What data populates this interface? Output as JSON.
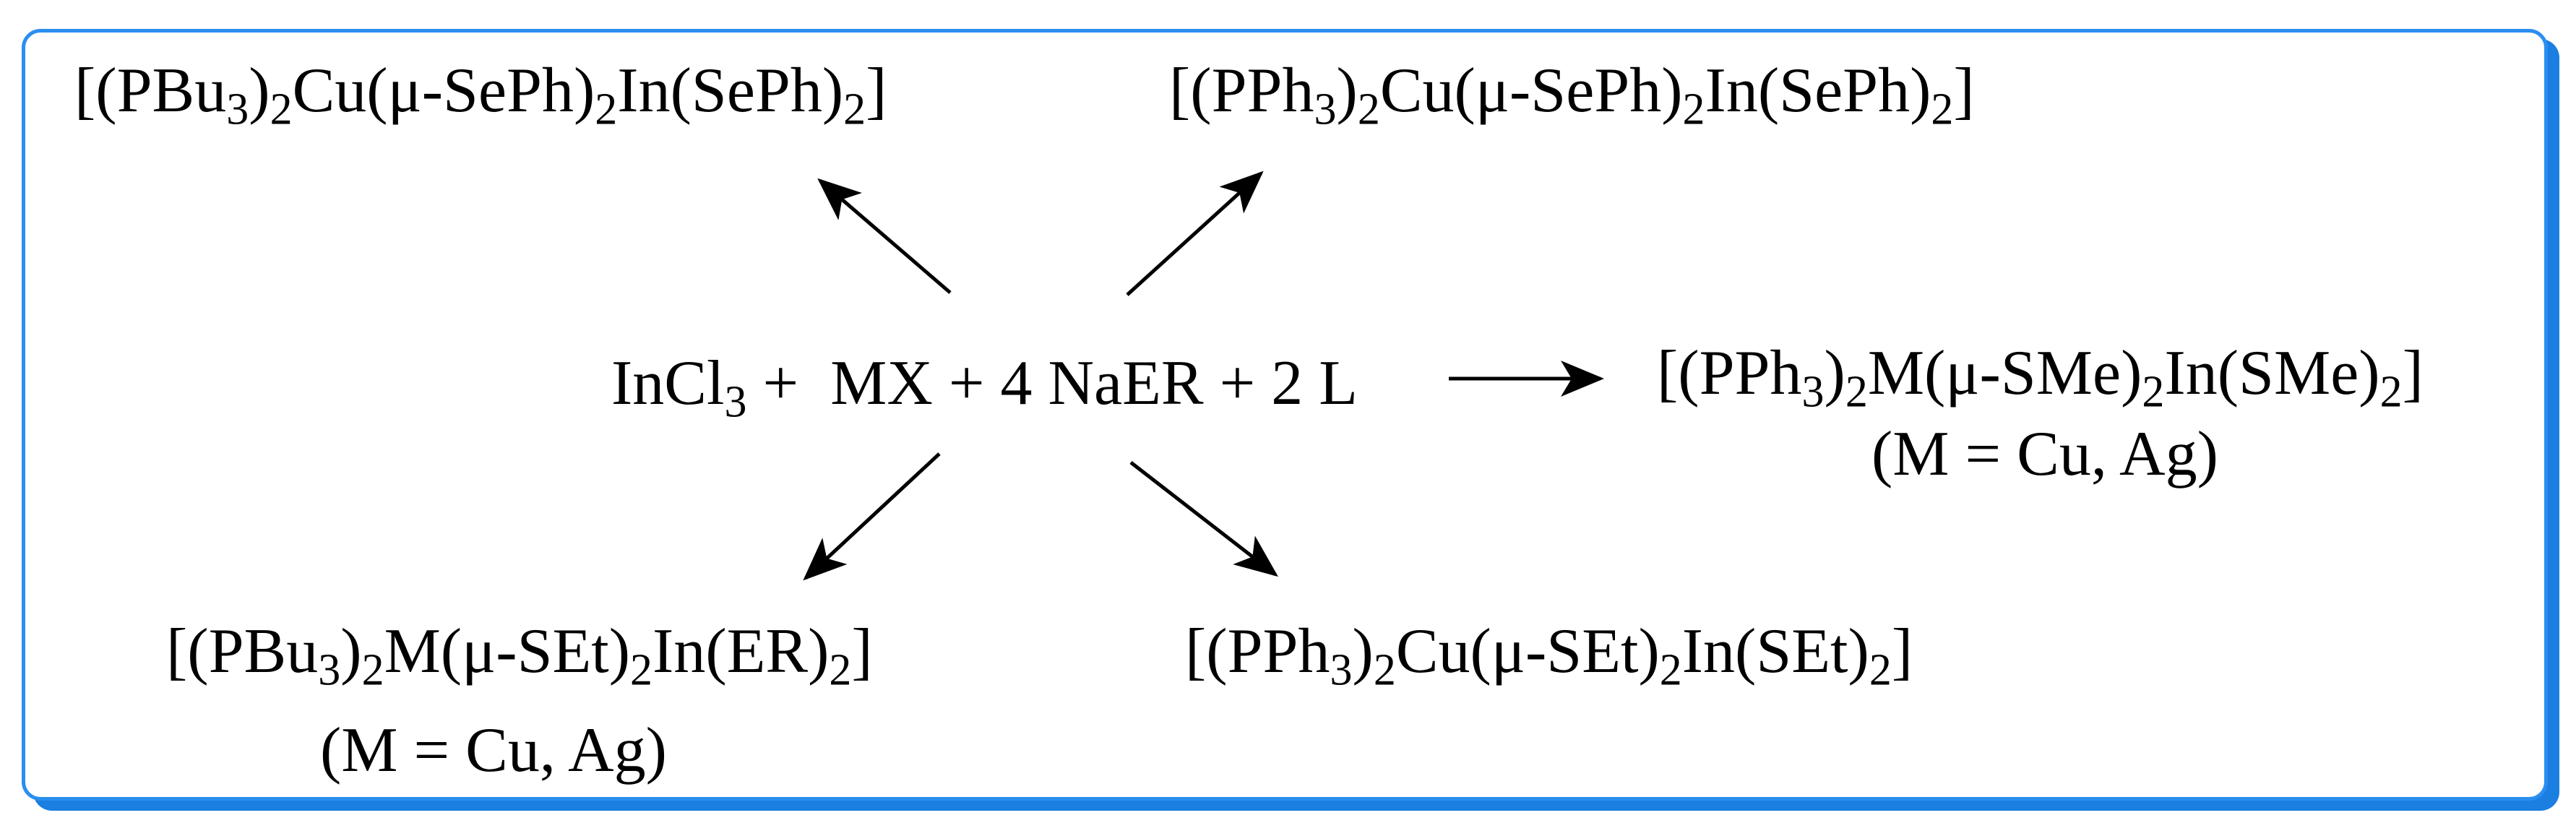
{
  "colors": {
    "frame_border": "#2a8ef0",
    "frame_shadow": "#1a7fe0",
    "text": "#000000"
  },
  "center": {
    "p1": "InCl",
    "p1_sub": "3",
    "p2": " +  MX + 4 NaER + 2 L"
  },
  "top_left": {
    "p1": "[(PBu",
    "s1": "3",
    "p2": ")",
    "s2": "2",
    "p3": "Cu(μ-SePh)",
    "s3": "2",
    "p4": "In(SePh)",
    "s4": "2",
    "p5": "]"
  },
  "top_right": {
    "p1": "[(PPh",
    "s1": "3",
    "p2": ")",
    "s2": "2",
    "p3": "Cu(μ-SePh)",
    "s3": "2",
    "p4": "In(SePh)",
    "s4": "2",
    "p5": "]"
  },
  "right": {
    "p1": "[(PPh",
    "s1": "3",
    "p2": ")",
    "s2": "2",
    "p3": "M(μ-SMe)",
    "s3": "2",
    "p4": "In(SMe)",
    "s4": "2",
    "p5": "]",
    "note": "(M = Cu, Ag)"
  },
  "bottom_left": {
    "p1": "[(PBu",
    "s1": "3",
    "p2": ")",
    "s2": "2",
    "p3": "M(μ-SEt)",
    "s3": "2",
    "p4": "In(ER)",
    "s4": "2",
    "p5": "]",
    "note": "(M = Cu, Ag)"
  },
  "bottom_right": {
    "p1": "[(PPh",
    "s1": "3",
    "p2": ")",
    "s2": "2",
    "p3": "Cu(μ-SEt)",
    "s3": "2",
    "p4": "In(SEt)",
    "s4": "2",
    "p5": "]"
  }
}
